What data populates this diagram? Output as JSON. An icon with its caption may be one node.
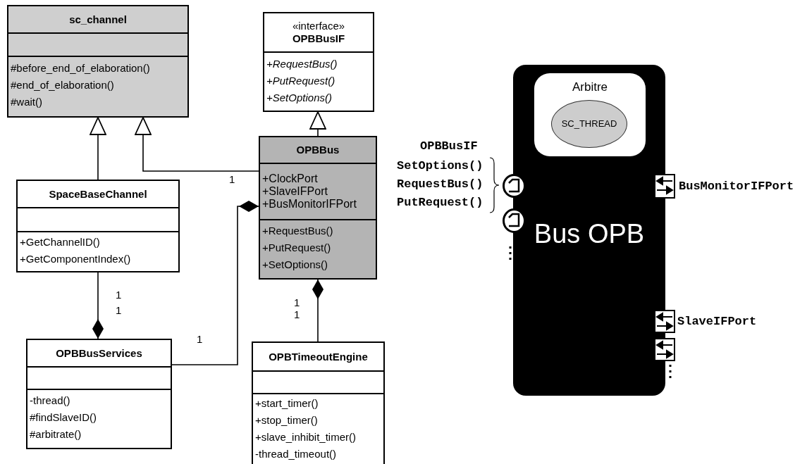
{
  "diagram": {
    "nodes": [
      {
        "text": [
          "sc_channel",
          "#before_end_of_elaboration()",
          "#end_of_elaboration()",
          "#wait()"
        ]
      },
      {
        "text": [
          "«interface»",
          "OPBBusIF",
          "+RequestBus()",
          "+PutRequest()",
          "+SetOptions()"
        ]
      },
      {
        "text": [
          "SpaceBaseChannel",
          "+GetChannelID()",
          "+GetComponentIndex()"
        ]
      },
      {
        "text": [
          "OPBBus",
          "+ClockPort",
          "+SlaveIFPort",
          "+BusMonitorIFPort",
          "+RequestBus()",
          "+PutRequest()",
          "+SetOptions()"
        ]
      },
      {
        "text": [
          "OPBBusServices",
          "-thread()",
          "#findSlaveID()",
          "#arbitrate()"
        ]
      },
      {
        "text": [
          "OPBTimeoutEngine",
          "+start_timer()",
          "+stop_timer()",
          "+slave_inhibit_timer()",
          "-thread_timeout()"
        ]
      },
      {
        "text": [
          "Bus OPB"
        ]
      },
      {
        "text": [
          "Arbitre"
        ],
        "in": 6
      },
      {
        "text": [
          "SC_THREAD"
        ],
        "in": 7
      },
      {
        "text": [],
        "shape": "circle",
        "beside": [
          "OPBBusIF",
          "SetOptions()",
          "RequestBus()",
          "PutRequest()"
        ]
      },
      {
        "text": [],
        "shape": "circle"
      },
      {
        "text": [],
        "shape": "box",
        "beside": [
          "BusMonitorIFPort"
        ]
      },
      {
        "text": [],
        "shape": "box",
        "beside": [
          "SlaveIFPort"
        ]
      },
      {
        "text": [],
        "shape": "box"
      }
    ],
    "edges": [
      {
        "from": 2,
        "to": 0,
        "arrow": "to"
      },
      {
        "from": 3,
        "to": 0,
        "arrow": "to"
      },
      {
        "from": 3,
        "to": 1,
        "arrow": "to"
      },
      {
        "from": 4,
        "to": 3,
        "arrow": "other"
      },
      {
        "from": 5,
        "to": 3,
        "arrow": "other"
      },
      {
        "from": 2,
        "to": 4,
        "arrow": "other"
      }
    ],
    "labels": [
      "1",
      "1",
      "1",
      "1",
      "1",
      "1"
    ]
  }
}
